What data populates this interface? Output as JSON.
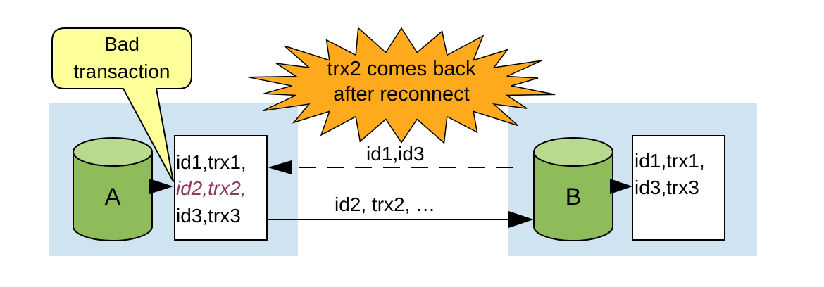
{
  "callout": {
    "line1": "Bad",
    "line2": "transaction"
  },
  "burst": {
    "line1": "trx2 comes back",
    "line2": "after reconnect"
  },
  "node_a": {
    "db_label": "A",
    "log": {
      "line1": "id1,trx1,",
      "line2": "id2,trx2,",
      "line3": "id3,trx3"
    }
  },
  "node_b": {
    "db_label": "B",
    "log": {
      "line1": "id1,trx1,",
      "line2": "id3,trx3"
    }
  },
  "links": {
    "b_to_a": "id1,id3",
    "a_to_b": "id2, trx2, …"
  },
  "colors": {
    "zone_fill": "#cfe3f1",
    "db_body": "#8fbc5a",
    "db_top": "#b9d98e",
    "callout_fill": "#ffff99",
    "burst_fill": "#ffaa1d",
    "bad_text": "#8b3a62"
  }
}
